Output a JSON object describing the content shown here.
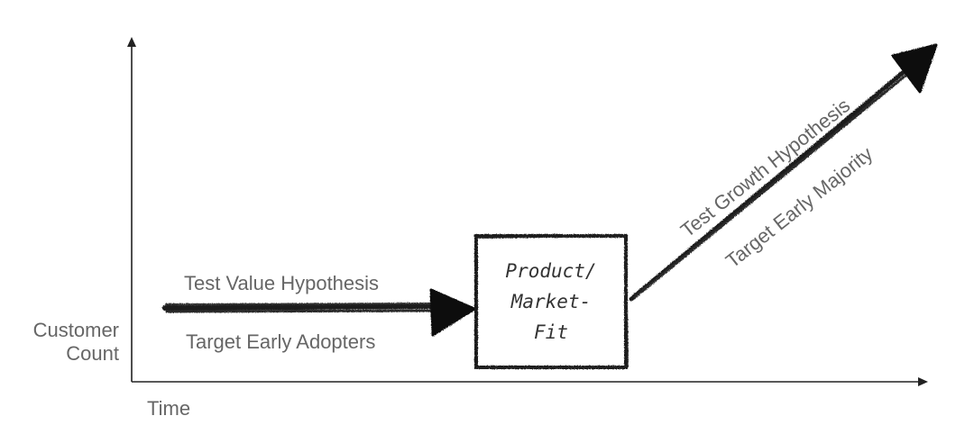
{
  "axes": {
    "y_label_line1": "Customer",
    "y_label_line2": "Count",
    "x_label": "Time"
  },
  "phase1": {
    "label_top": "Test Value Hypothesis",
    "label_bottom": "Target Early Adopters"
  },
  "box": {
    "line1": "Product/",
    "line2": "Market-",
    "line3": "Fit"
  },
  "phase2": {
    "label_top": "Test Growth  Hypothesis",
    "label_bottom": "Target Early Majority"
  },
  "colors": {
    "ink": "#1a1a1a",
    "text": "#666666"
  }
}
